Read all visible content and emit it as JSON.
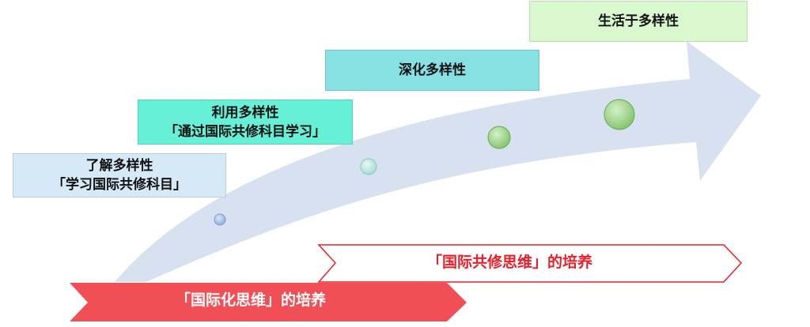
{
  "stages": [
    {
      "line1": "了解多样性",
      "line2": "「学习国际共修科目」",
      "color": "#d6e9f7"
    },
    {
      "line1": "利用多样性",
      "line2": "「通过国际共修科目学习」",
      "color": "#66f0d7"
    },
    {
      "line1": "深化多样性",
      "color": "#86e0e4"
    },
    {
      "line1": "生活于多样性",
      "color": "#d9f8cd"
    }
  ],
  "banners": {
    "top": {
      "text": "「国际共修思维」的培养",
      "text_color": "#e8202c",
      "border_color": "#e8202c",
      "fill": "#ffffff"
    },
    "bottom": {
      "text": "「国际化思维」的培养",
      "text_color": "#ffffff",
      "fill": "#f04f55"
    }
  },
  "arrow_color": "#d7e1f0",
  "dot_colors": [
    "#a8c0e6",
    "#bfe6e2",
    "#9fd48e",
    "#9fd48e"
  ]
}
